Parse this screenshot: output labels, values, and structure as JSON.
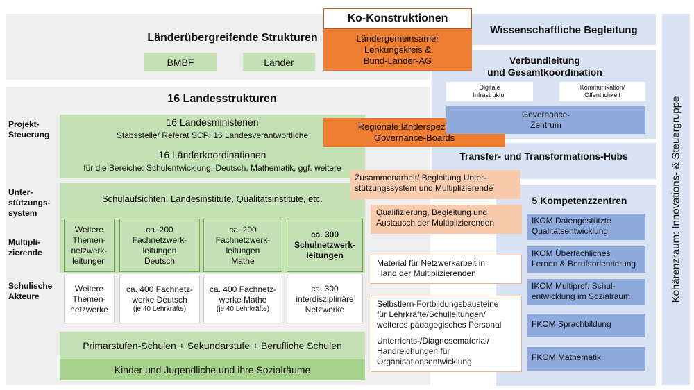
{
  "ko_konstruktionen": "Ko-Konstruktionen",
  "laenderuebergreifend": {
    "title": "Länderübergreifende Strukturen",
    "bmbf": "BMBF",
    "laender": "Länder"
  },
  "lenkungskreis": [
    "Ländergemeinsamer",
    "Lenkungskreis  &",
    "Bund-Länder-AG"
  ],
  "landesstrukturen_title": "16 Landesstrukturen",
  "row_labels": {
    "projekt": [
      "Projekt-",
      "Steuerung"
    ],
    "unterstuetzung": [
      "Unter-",
      "stützungs-",
      "system"
    ],
    "multipli": [
      "Multipli-",
      "zierende"
    ],
    "schulische": [
      "Schulische",
      "Akteure"
    ]
  },
  "ministerien": {
    "title": "16 Landesministerien",
    "sub": "Stabsstelle/ Referat SCP: 16 Landesverantwortliche",
    "koord_title": "16 Länderkoordinationen",
    "koord_sub": "für die Bereiche: Schulentwicklung, Deutsch, Mathematik, ggf. weitere"
  },
  "regionale": [
    "Regionale länderspezifische",
    "Governance-Boards"
  ],
  "schulaufsichten": "Schulaufsichten, Landesinstitute, Qualitätsinstitute, etc.",
  "multipli_boxes": [
    [
      "Weitere",
      "Themen-",
      "netzwerk-",
      "leitungen"
    ],
    [
      "ca. 200",
      "Fachnetzwerk-",
      "leitungen",
      "Deutsch"
    ],
    [
      "ca. 200",
      "Fachnetzwerk-",
      "leitungen",
      "Mathe"
    ],
    [
      "ca. 300",
      "Schulnetzwerk-",
      "leitungen"
    ]
  ],
  "akteure": [
    [
      "Weitere",
      "Themen-",
      "netzwerke"
    ],
    [
      "ca. 400 Fachnetz-",
      "werke Deutsch"
    ],
    [
      "ca. 400 Fachnetz-",
      "werke Mathe"
    ],
    [
      "ca. 300",
      "interdisziplinäre",
      "Netzwerke"
    ]
  ],
  "akteure_small": [
    "(je 40 Lehrkräfte)",
    "(je 40 Lehrkräfte)"
  ],
  "primarstufe": "Primarstufen-Schulen + Sekundarstufe + Berufliche Schulen",
  "kinder": "Kinder und Jugendliche und ihre Sozialräume",
  "middle": {
    "zusammenarbeit": [
      "Zusammenarbeit/ Begleitung Unter-",
      "stützungssystem und Multiplizierende"
    ],
    "qualifizierung": [
      "Qualifizierung, Begleitung und",
      "Austausch der Multiplizierenden"
    ],
    "material": [
      "Material für Netzwerkarbeit in",
      "Hand der Multiplizierenden"
    ],
    "selbstlern": [
      "Selbstlern-Fortbildungsbausteine",
      "für Lehrkräfte/Schulleitungen/",
      "weiteres pädagogisches Personal"
    ],
    "unterricht": [
      "Unterrichts-/Diagnosematerial/",
      "Handreichungen für",
      "Organisationsentwicklung"
    ]
  },
  "right": {
    "wiss": "Wissenschaftliche Begleitung",
    "verbund": [
      "Verbundleitung",
      "und Gesamtkoordination"
    ],
    "digitale": [
      "Digitale",
      "Infrastruktur"
    ],
    "kommunikation": [
      "Kommunikation/",
      "Öffentlichkeit"
    ],
    "governance": [
      "Governance-",
      "Zentrum"
    ],
    "transfer": "Transfer- und Transformations-Hubs",
    "kompetenz": "5  Kompetenzzentren",
    "centers": [
      [
        "IKOM Datengestützte",
        "Qualitätsentwicklung"
      ],
      [
        "IKOM Überfachliches",
        "Lernen & Berufsorientierung"
      ],
      [
        "IKOM Multiprof. Schul-",
        "entwicklung im Sozialraum"
      ],
      [
        "FKOM Sprachbildung"
      ],
      [
        "FKOM Mathematik"
      ]
    ]
  },
  "kohaerenz": "Kohärenzraum: Innovations- & Steuergruppe"
}
